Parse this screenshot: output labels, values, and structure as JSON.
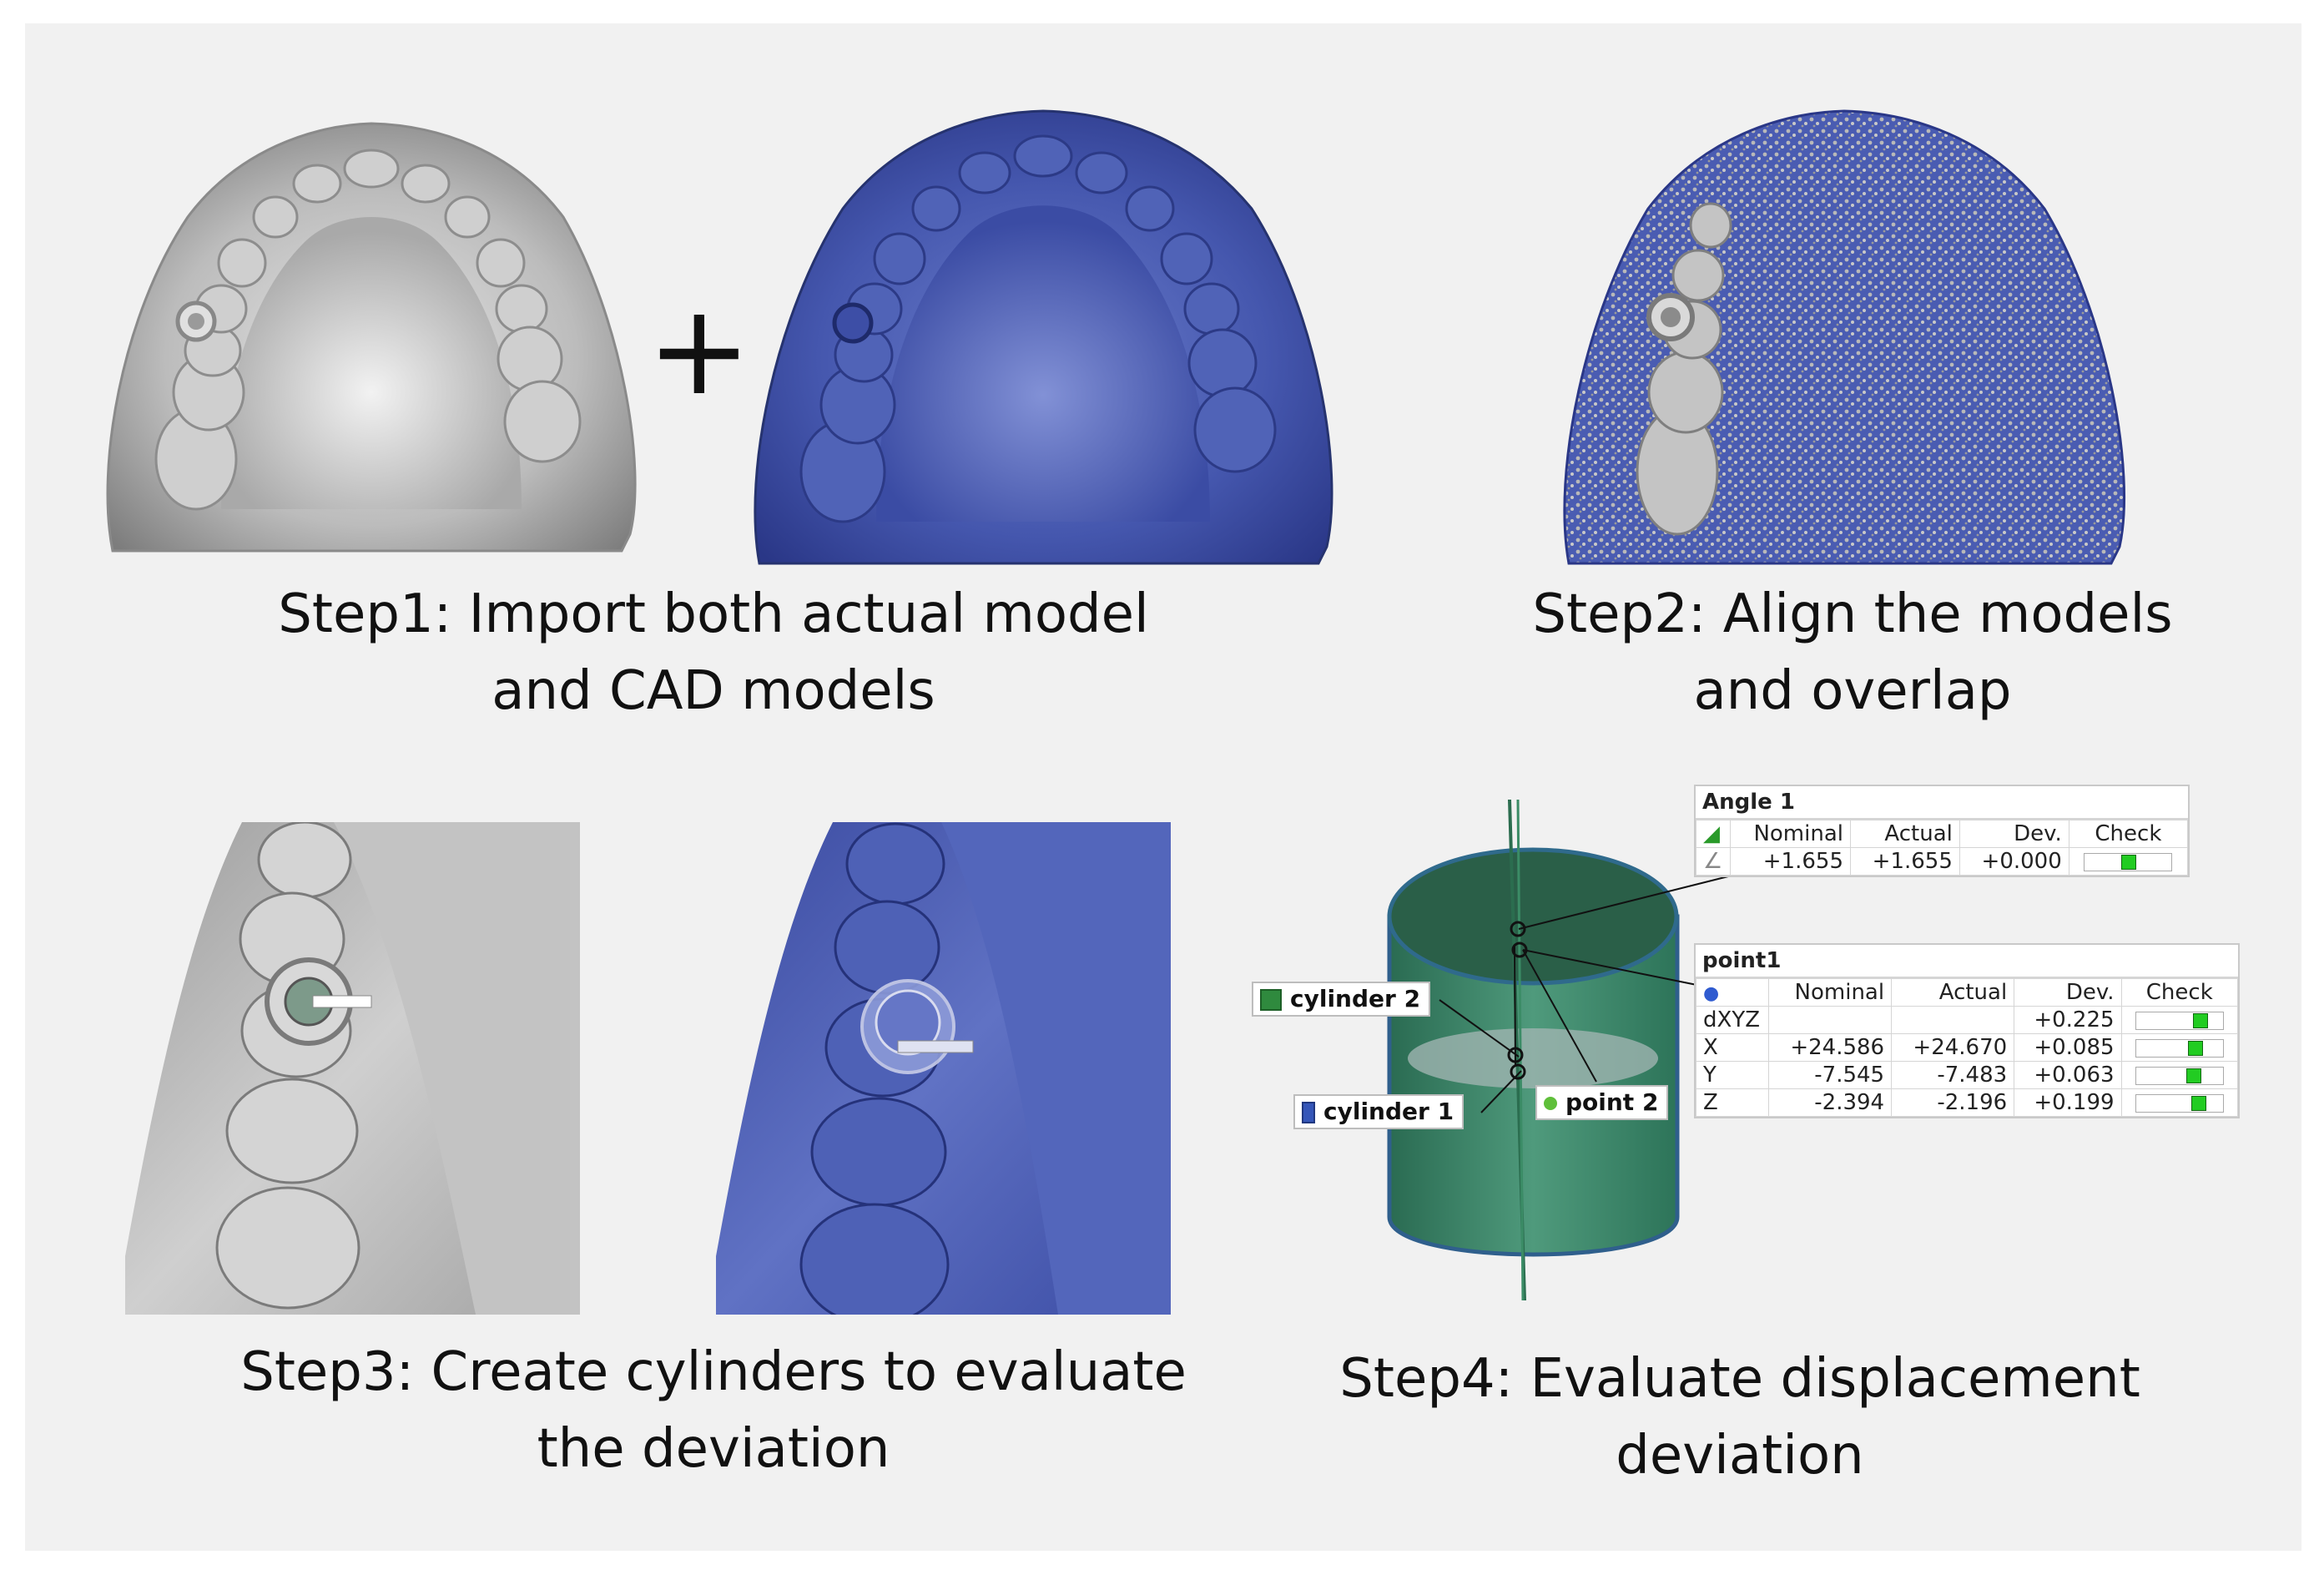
{
  "step1": {
    "caption_line1": "Step1: Import both actual model",
    "caption_line2": "and CAD models",
    "plus": "+"
  },
  "step2": {
    "caption_line1": "Step2: Align the models",
    "caption_line2": "and overlap"
  },
  "step3": {
    "caption_line1": "Step3: Create cylinders to evaluate",
    "caption_line2": "the deviation"
  },
  "step4": {
    "caption": "Step4: Evaluate displacement deviation",
    "labels": {
      "cylinder2": "cylinder 2",
      "cylinder1": "cylinder 1",
      "point2": "point 2"
    },
    "angle_table": {
      "title": "Angle 1",
      "headers": [
        "Nominal",
        "Actual",
        "Dev.",
        "Check"
      ],
      "row": [
        "+1.655",
        "+1.655",
        "+0.000"
      ]
    },
    "point_table": {
      "title": "point1",
      "headers": [
        "Nominal",
        "Actual",
        "Dev.",
        "Check"
      ],
      "rows": [
        {
          "label": "dXYZ",
          "nominal": "",
          "actual": "",
          "dev": "+0.225"
        },
        {
          "label": "X",
          "nominal": "+24.586",
          "actual": "+24.670",
          "dev": "+0.085"
        },
        {
          "label": "Y",
          "nominal": "-7.545",
          "actual": "-7.483",
          "dev": "+0.063"
        },
        {
          "label": "Z",
          "nominal": "-2.394",
          "actual": "-2.196",
          "dev": "+0.199"
        }
      ]
    }
  },
  "colors": {
    "gray_model": "#bdbdbd",
    "blue_model": "#3c4fa8",
    "cylinder_green": "#2f7a5e",
    "check_green": "#22cc22"
  }
}
